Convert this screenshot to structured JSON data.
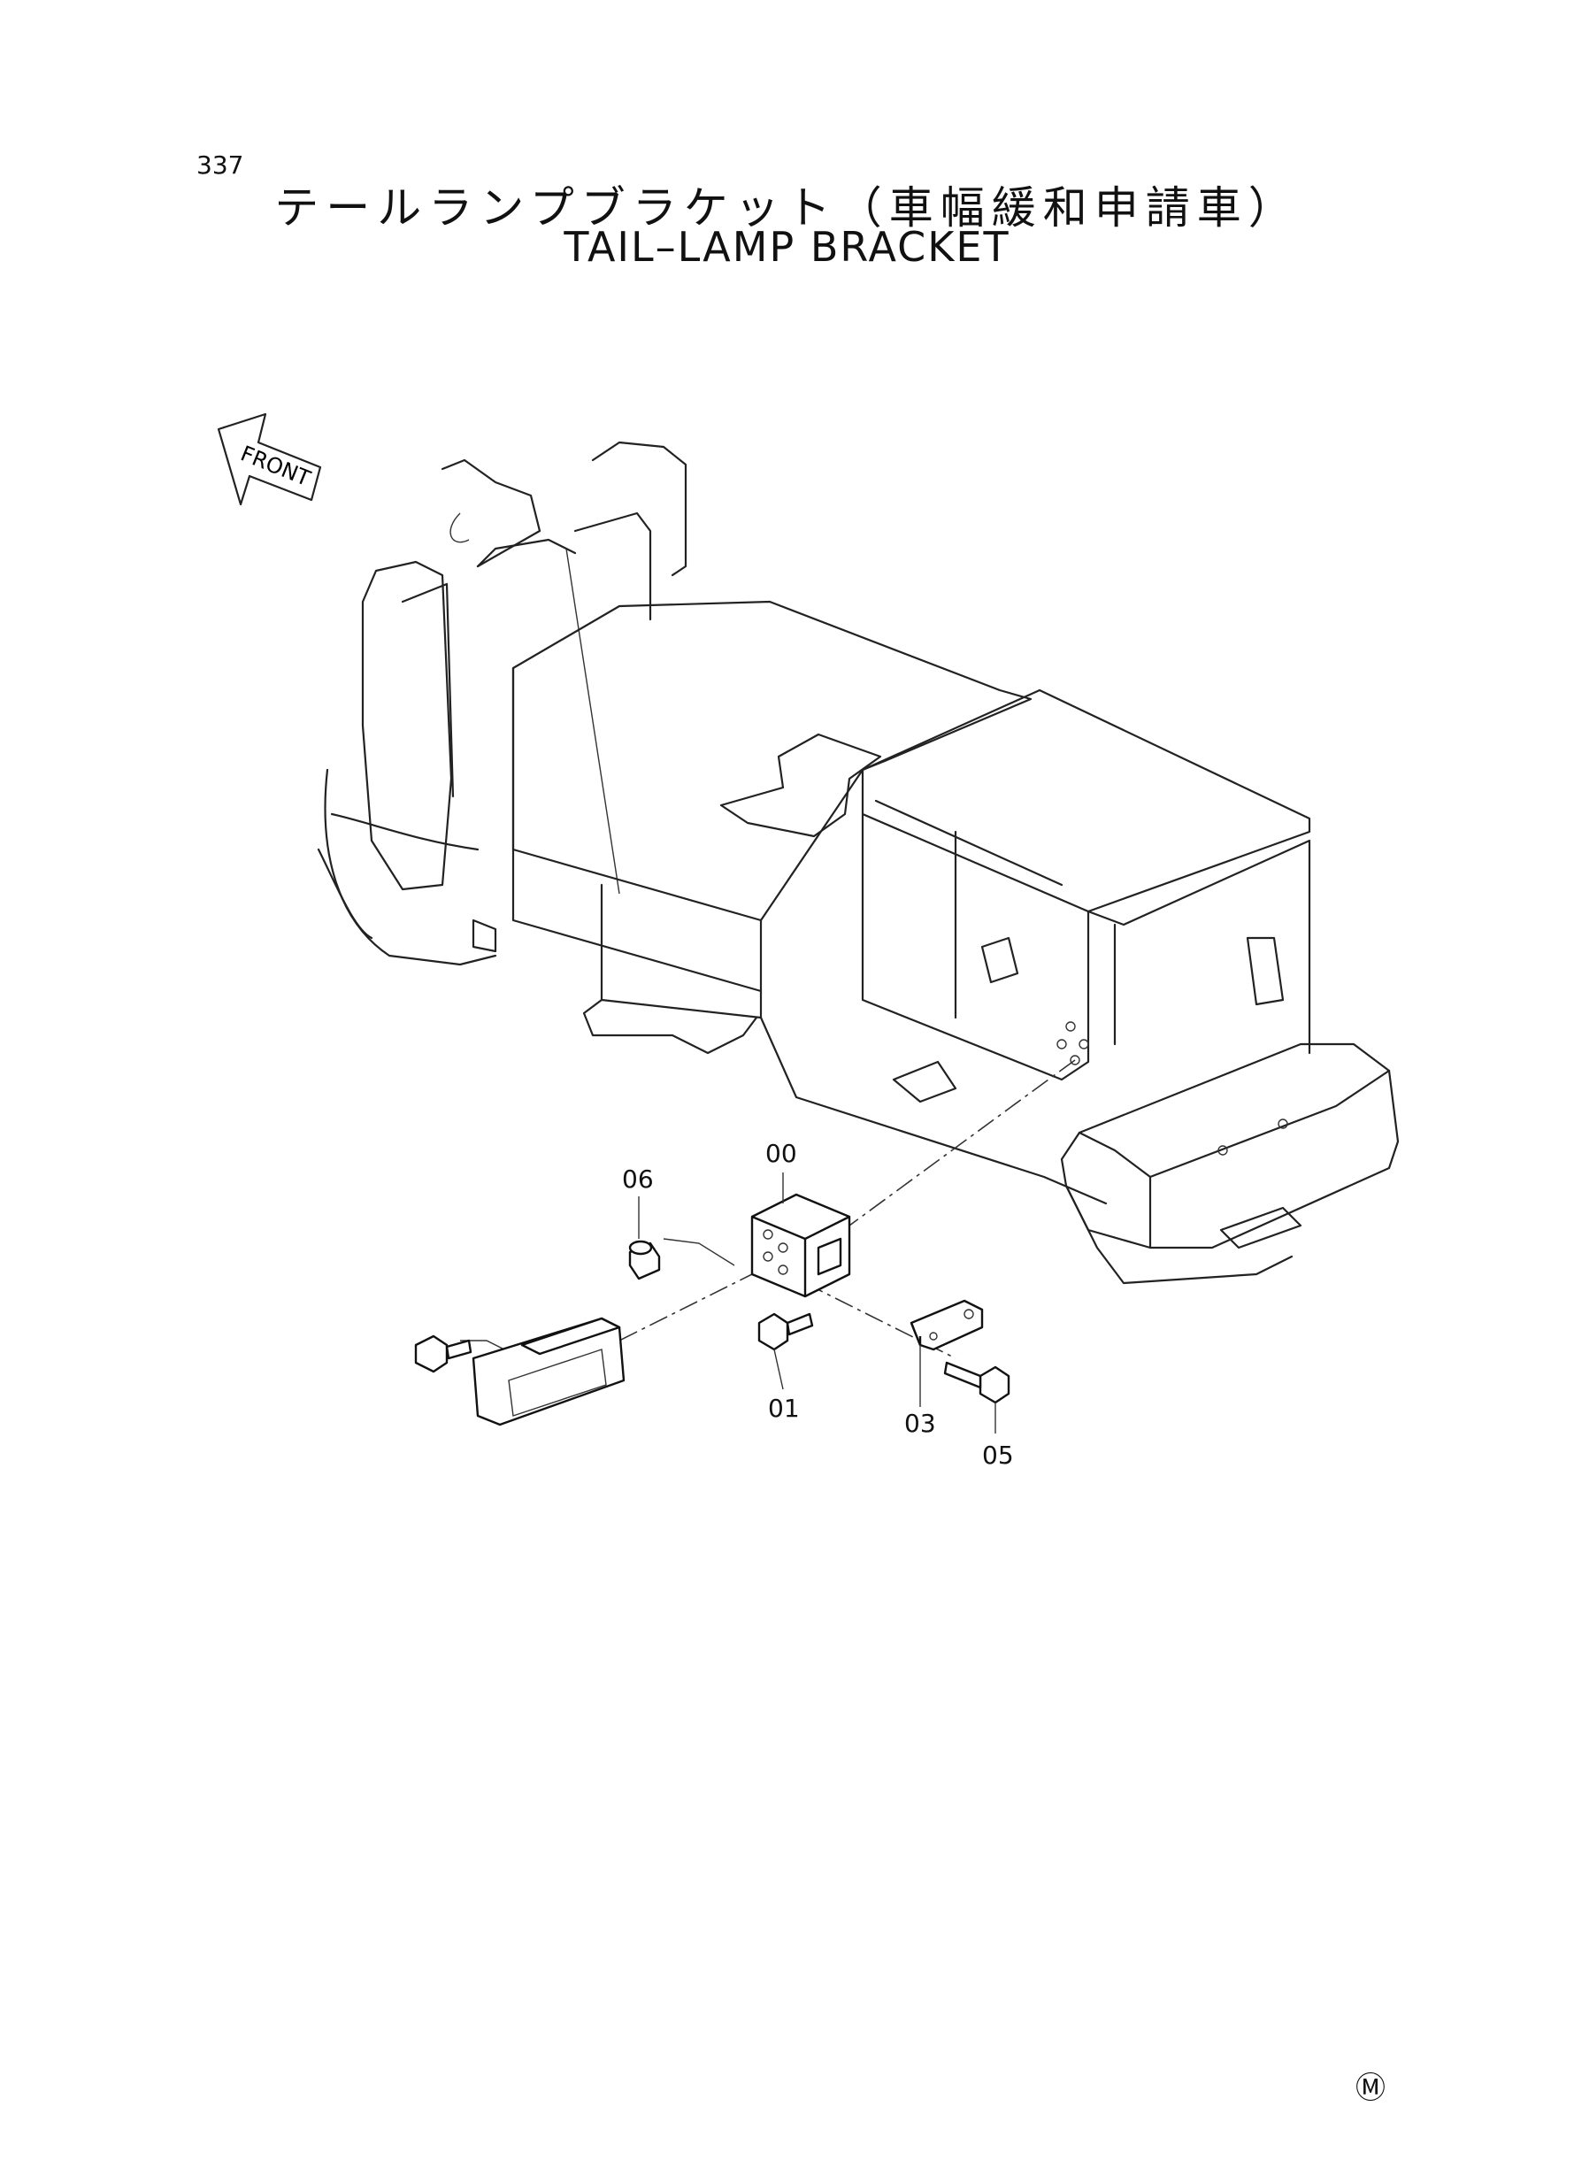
{
  "page": {
    "number": "337",
    "mark": "Ⓜ"
  },
  "title": {
    "japanese": "テールランプブラケット（車幅緩和申請車）",
    "english": "TAIL–LAMP  BRACKET"
  },
  "front_arrow": {
    "label": "FRONT"
  },
  "callouts": {
    "c00": "00",
    "c01": "01",
    "c03": "03",
    "c05": "05",
    "c06": "06"
  }
}
